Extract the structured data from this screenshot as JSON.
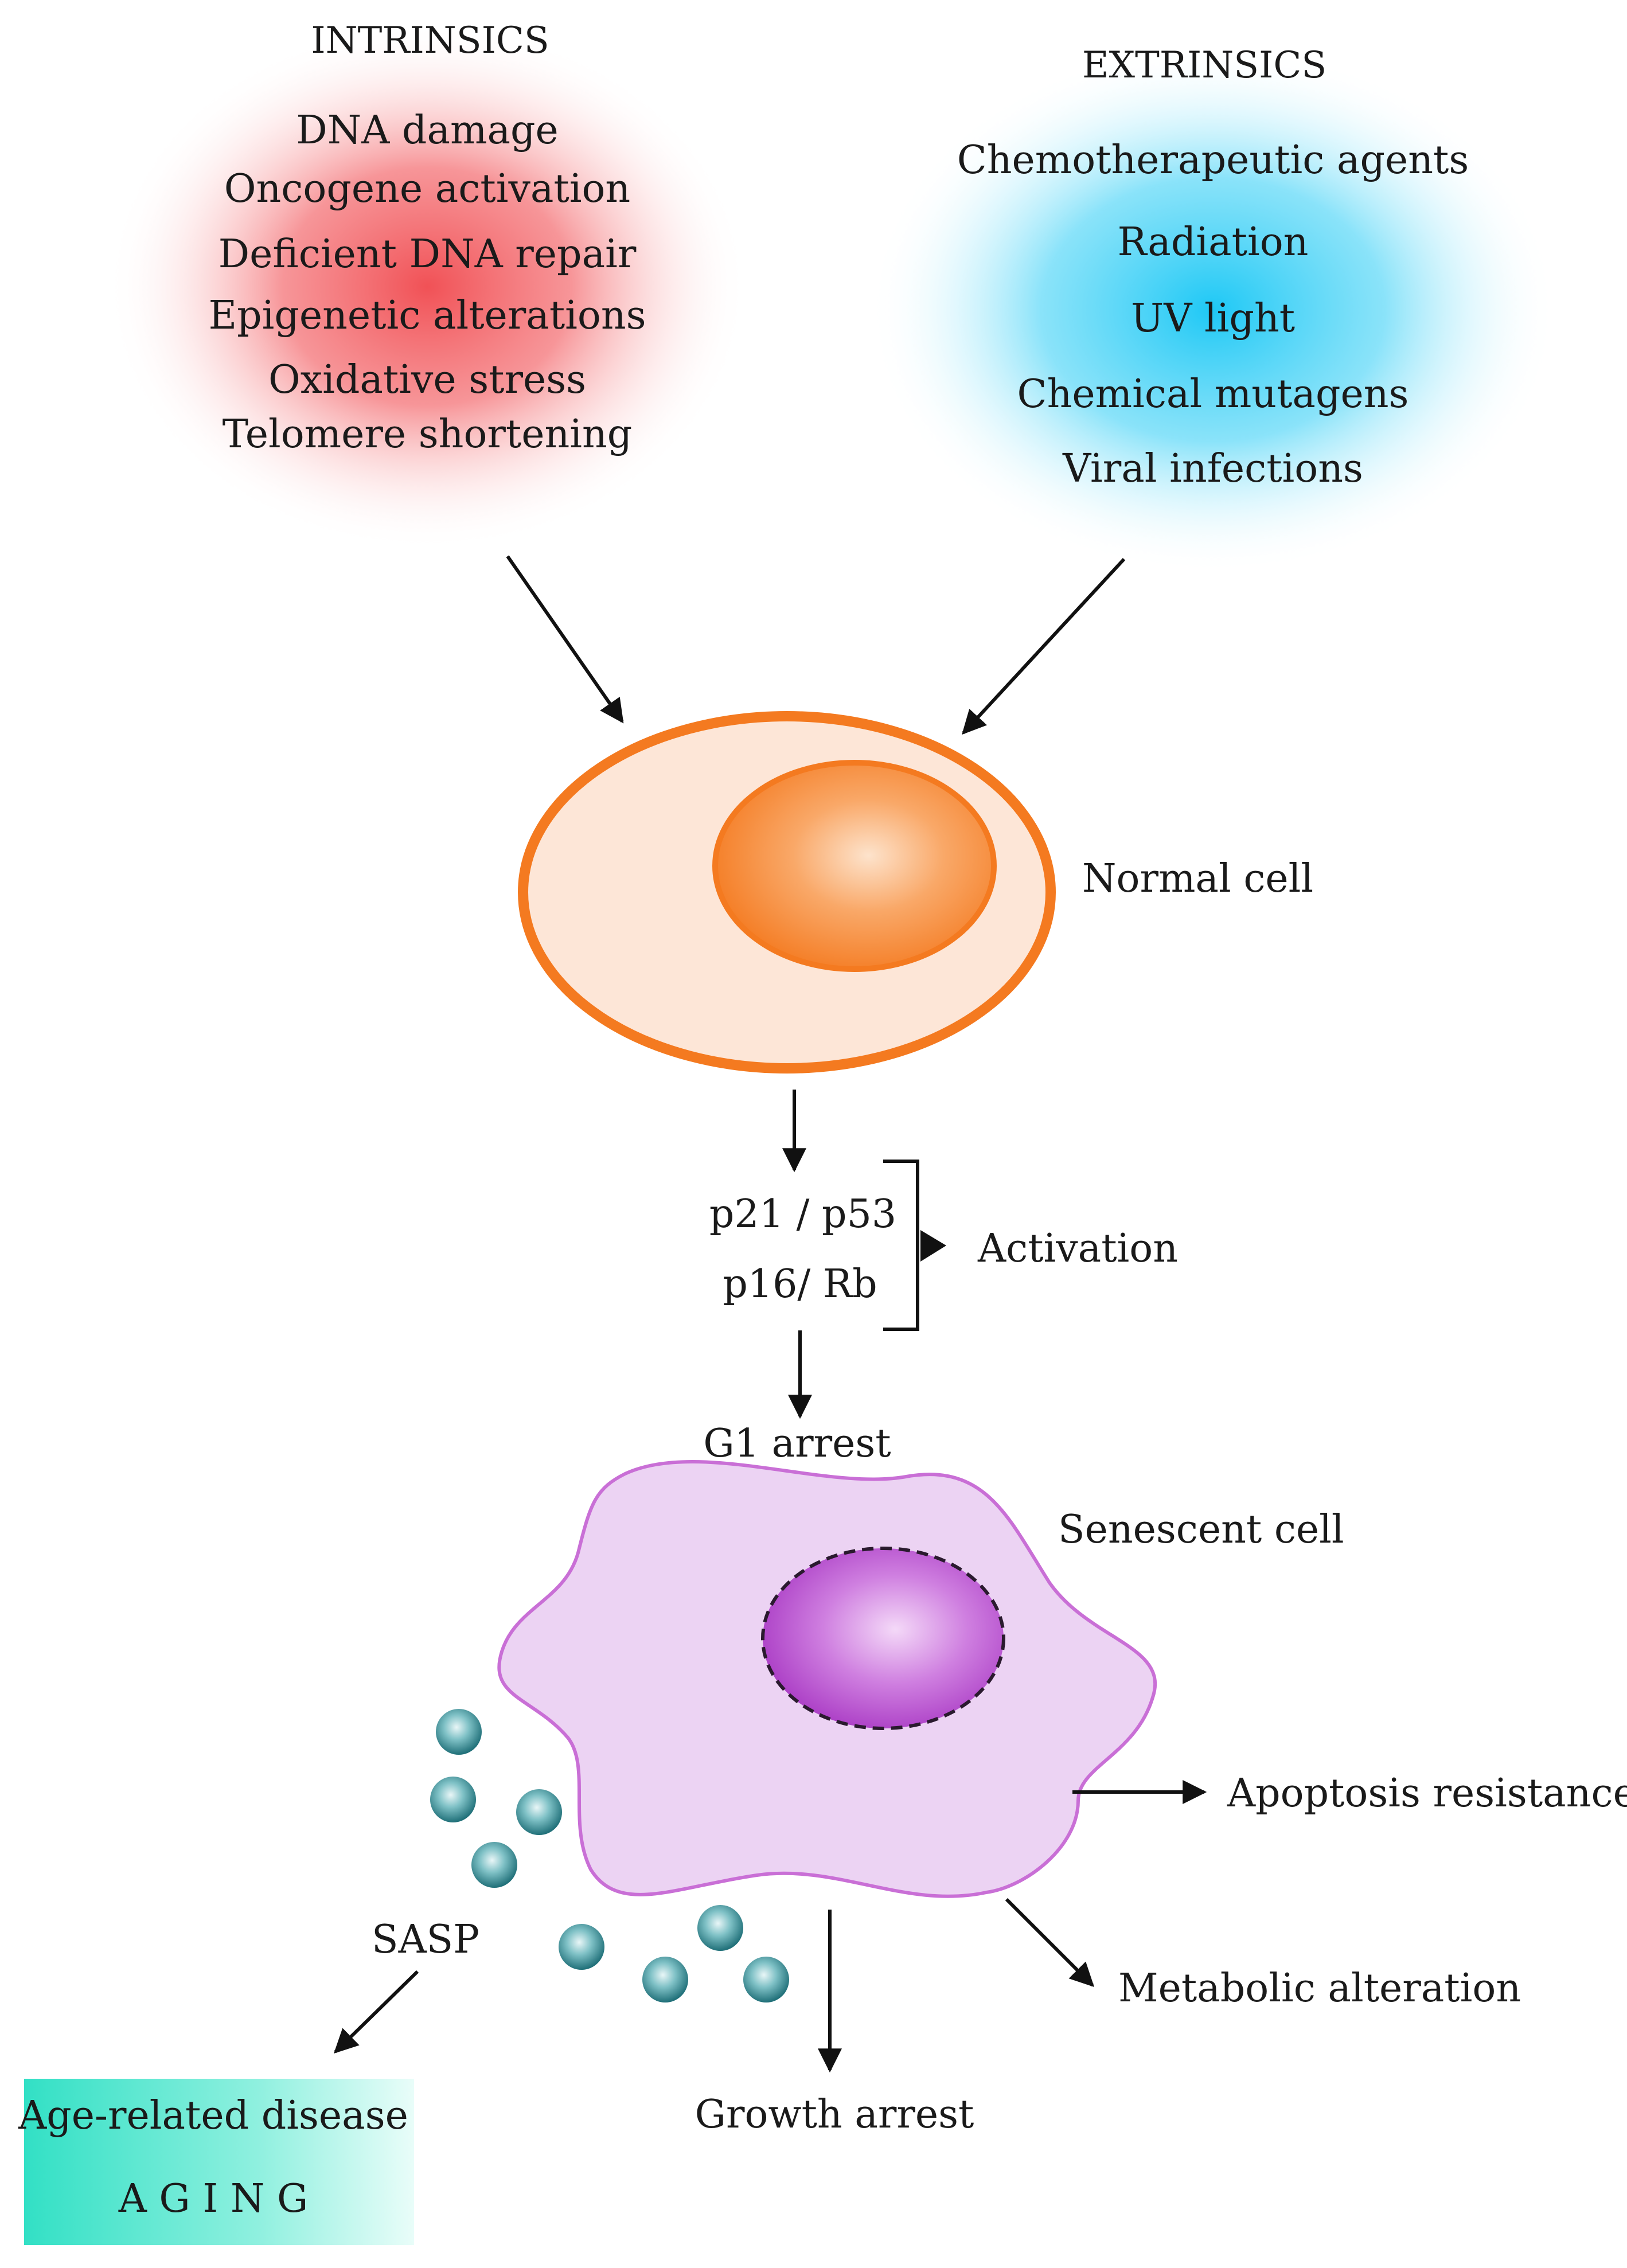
{
  "intrinsics": {
    "heading": "INTRINSICS",
    "items": [
      "DNA damage",
      "Oncogene activation",
      "Deficient DNA repair",
      "Epigenetic alterations",
      "Oxidative stress",
      "Telomere shortening"
    ]
  },
  "extrinsics": {
    "heading": "EXTRINSICS",
    "items": [
      "Chemotherapeutic agents",
      "Radiation",
      "UV light",
      "Chemical mutagens",
      "Viral infections"
    ]
  },
  "normal_cell": {
    "label": "Normal cell"
  },
  "pathway": {
    "p21_p53": "p21 / p53",
    "p16_rb": "p16/ Rb",
    "activation": "Activation",
    "g1_arrest": "G1 arrest"
  },
  "senescent_cell": {
    "label": "Senescent cell"
  },
  "outcomes": {
    "apoptosis_resistance": "Apoptosis resistance",
    "metabolic_alteration": "Metabolic alteration",
    "growth_arrest": "Growth arrest",
    "sasp": "SASP"
  },
  "aging_box": {
    "disease": "Age-related disease",
    "aging": "A G I N G"
  },
  "colors": {
    "intrinsic_glow": "#f0484d",
    "extrinsic_glow": "#1ec8f5",
    "normal_cell_fill": "#fde6d7",
    "normal_cell_stroke": "#f47a20",
    "nucleus_core": "#fcd1a8",
    "nucleus_edge": "#f47a20",
    "senescent_fill": "#ecd3f3",
    "senescent_stroke": "#c96fd6",
    "senescent_nucleus": "#a93ac4",
    "sasp_particle": "#2f8a93",
    "aging_box": "#35e1c8"
  }
}
